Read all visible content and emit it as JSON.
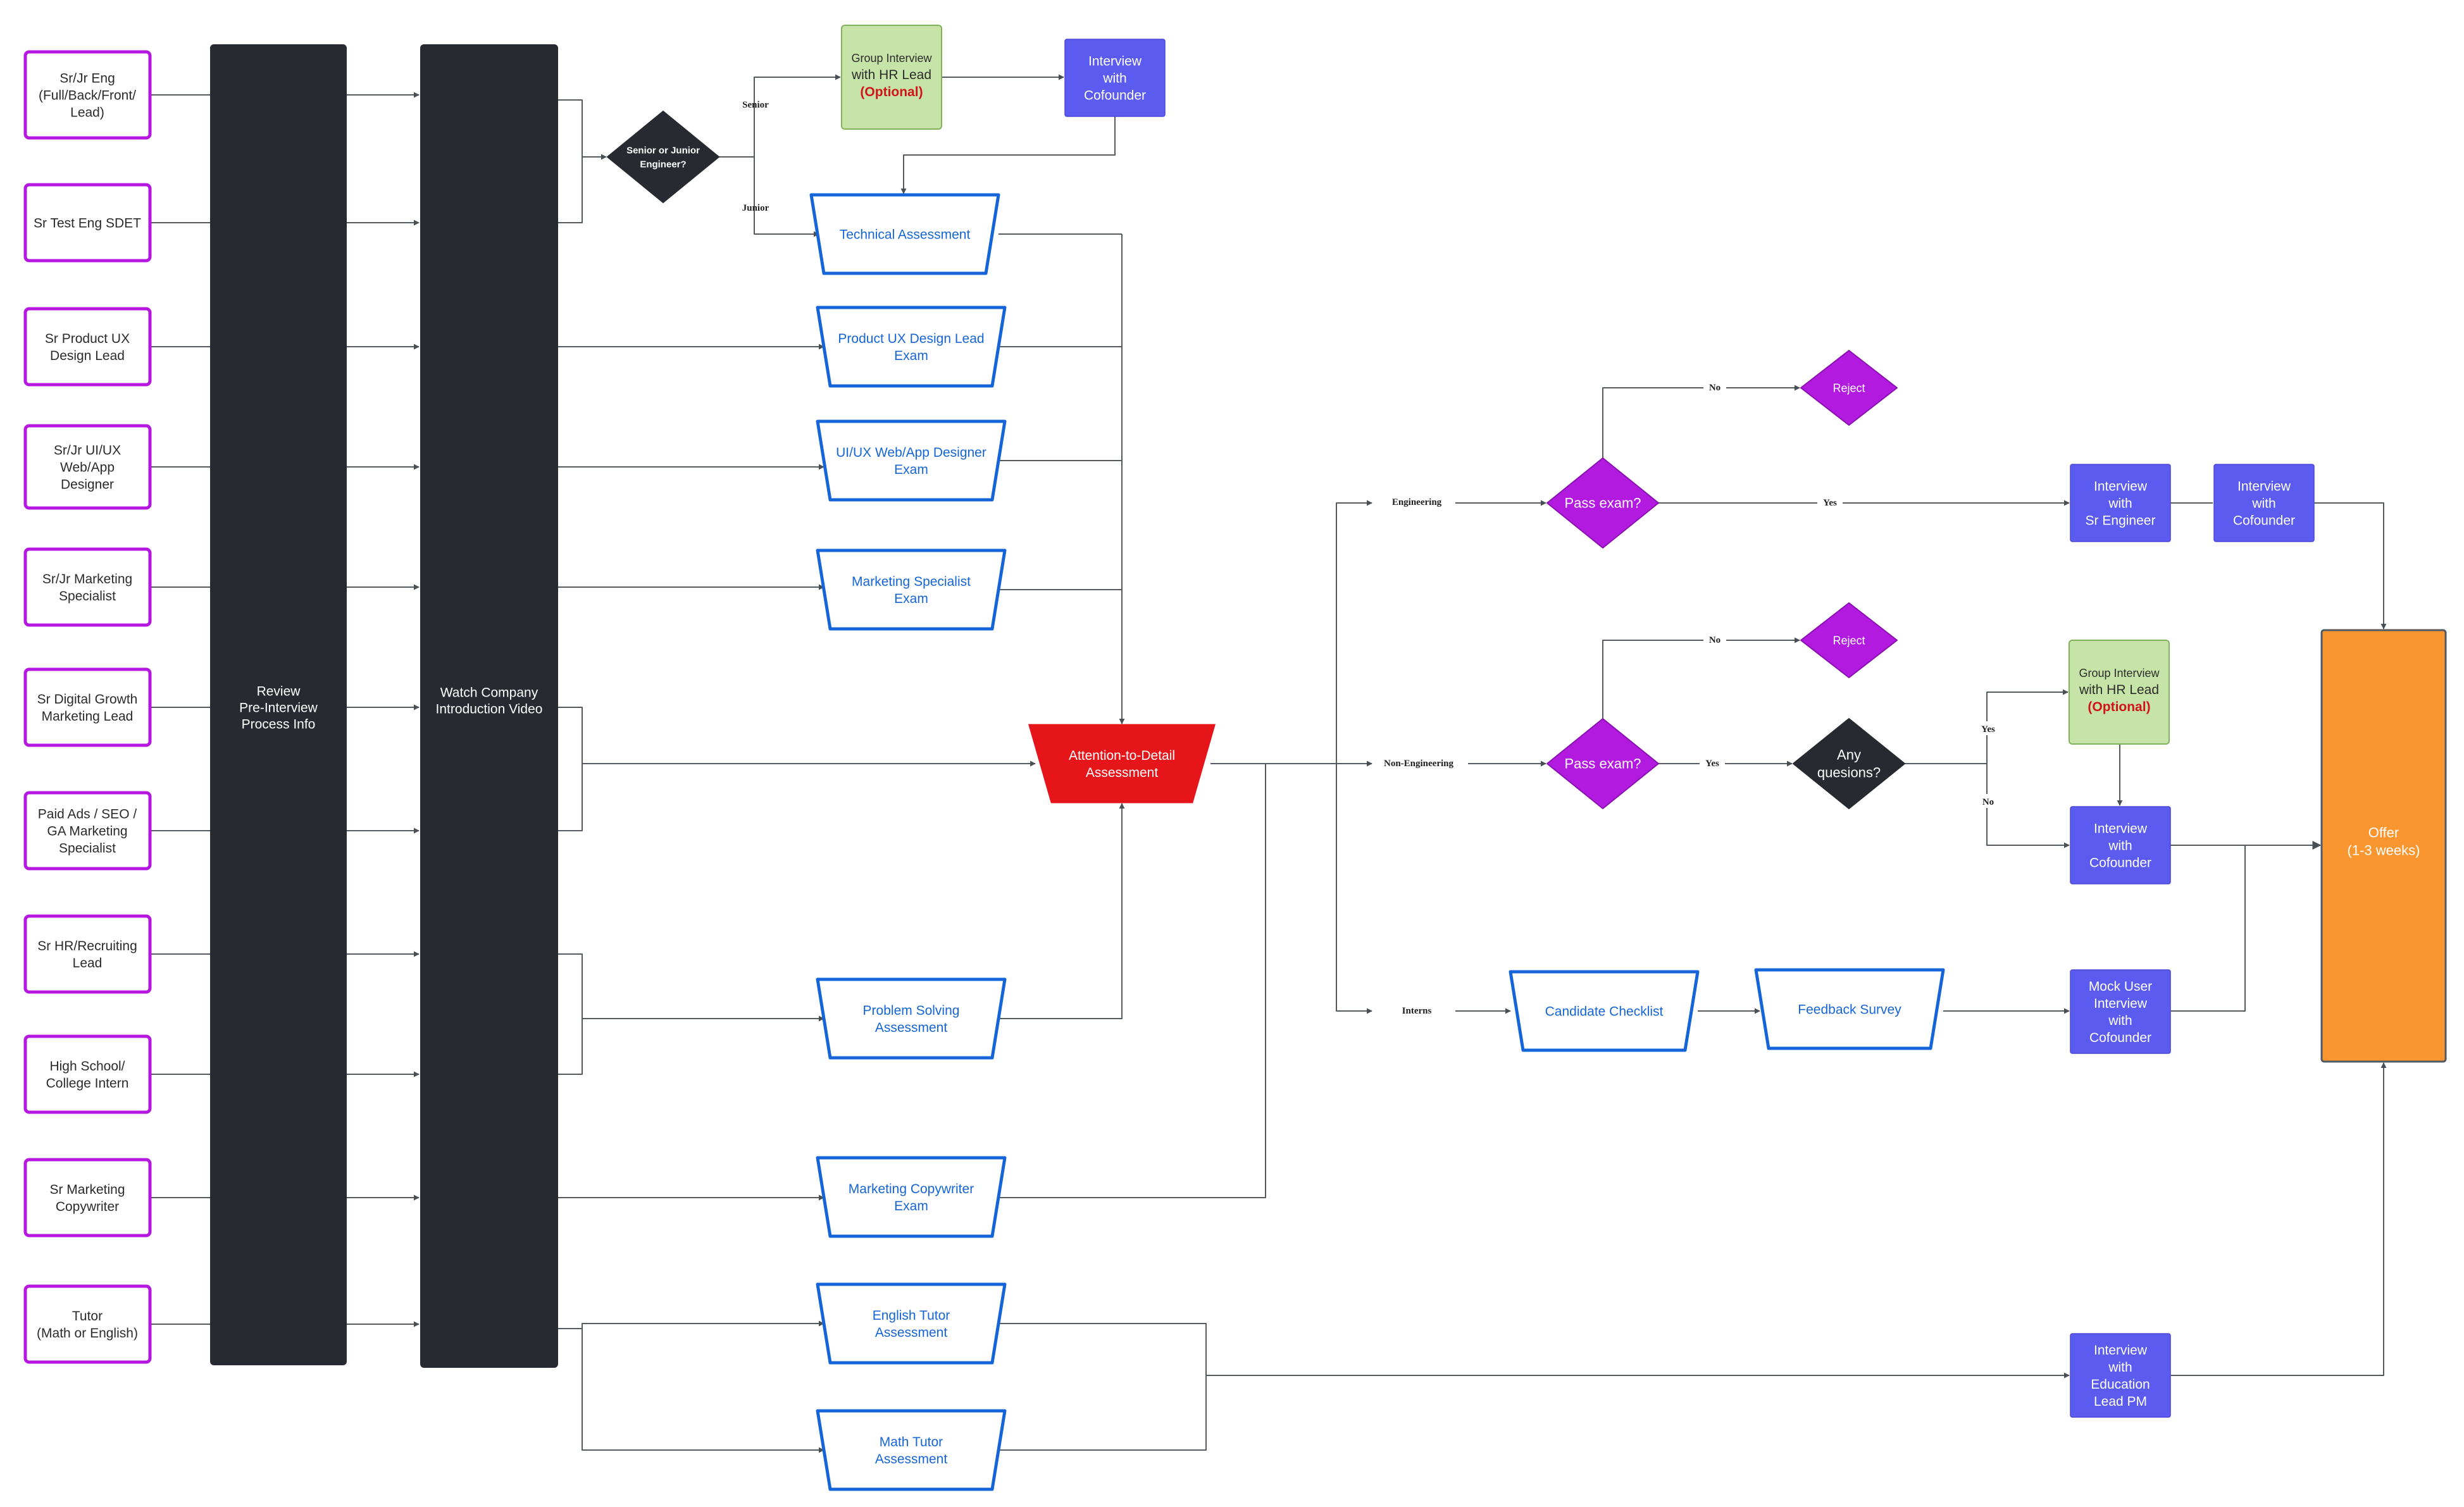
{
  "roles": [
    {
      "id": "r1",
      "lines": [
        "Sr/Jr Eng",
        "(Full/Back/Front/",
        "Lead)"
      ]
    },
    {
      "id": "r2",
      "lines": [
        "Sr Test Eng SDET"
      ]
    },
    {
      "id": "r3",
      "lines": [
        "Sr Product UX",
        "Design Lead"
      ]
    },
    {
      "id": "r4",
      "lines": [
        "Sr/Jr UI/UX",
        "Web/App",
        "Designer"
      ]
    },
    {
      "id": "r5",
      "lines": [
        "Sr/Jr Marketing",
        "Specialist"
      ]
    },
    {
      "id": "r6",
      "lines": [
        "Sr Digital Growth",
        "Marketing Lead"
      ]
    },
    {
      "id": "r7",
      "lines": [
        "Paid Ads / SEO /",
        "GA Marketing",
        "Specialist"
      ]
    },
    {
      "id": "r8",
      "lines": [
        "Sr HR/Recruiting",
        "Lead"
      ]
    },
    {
      "id": "r9",
      "lines": [
        "High School/",
        "College Intern"
      ]
    },
    {
      "id": "r10",
      "lines": [
        "Sr Marketing",
        "Copywriter"
      ]
    },
    {
      "id": "r11",
      "lines": [
        "Tutor",
        "(Math or English)"
      ]
    }
  ],
  "stages": {
    "review": [
      "Review",
      "Pre-Interview",
      "Process Info"
    ],
    "video": [
      "Watch Company",
      "Introduction Video"
    ]
  },
  "assessments": {
    "technical": [
      "Technical Assessment"
    ],
    "ux_lead": [
      "Product UX Design Lead",
      "Exam"
    ],
    "uiux": [
      "UI/UX Web/App Designer",
      "Exam"
    ],
    "marketing": [
      "Marketing Specialist",
      "Exam"
    ],
    "problem": [
      "Problem Solving",
      "Assessment"
    ],
    "copywriter": [
      "Marketing Copywriter",
      "Exam"
    ],
    "english": [
      "English Tutor",
      "Assessment"
    ],
    "math": [
      "Math Tutor",
      "Assessment"
    ],
    "checklist": [
      "Candidate Checklist"
    ],
    "survey": [
      "Feedback Survey"
    ]
  },
  "attention": [
    "Attention-to-Detail",
    "Assessment"
  ],
  "decisions": {
    "seniority": [
      "Senior or Junior",
      "Engineer?"
    ],
    "pass_eng": [
      "Pass exam?"
    ],
    "pass_noneng": [
      "Pass exam?"
    ],
    "questions": [
      "Any",
      "quesions?"
    ]
  },
  "rejects": {
    "reject1": [
      "Reject"
    ],
    "reject2": [
      "Reject"
    ]
  },
  "interviews": {
    "group1": {
      "lines": [
        "Group Interview",
        "with HR Lead"
      ],
      "note": "(Optional)"
    },
    "group2": {
      "lines": [
        "Group Interview",
        "with HR Lead"
      ],
      "note": "(Optional)"
    },
    "cofounder_top": [
      "Interview",
      "with",
      "Cofounder"
    ],
    "sr_engineer": [
      "Interview",
      "with",
      "Sr Engineer"
    ],
    "cofounder_eng": [
      "Interview",
      "with",
      "Cofounder"
    ],
    "cofounder_noneng": [
      "Interview",
      "with",
      "Cofounder"
    ],
    "mock_user": [
      "Mock User",
      "Interview",
      "with",
      "Cofounder"
    ],
    "education_pm": [
      "Interview",
      "with",
      "Education",
      "Lead PM"
    ]
  },
  "offer": [
    "Offer",
    "(1-3 weeks)"
  ],
  "edge_labels": {
    "senior": "Senior",
    "junior": "Junior",
    "engineering": "Engineering",
    "non_engineering": "Non-Engineering",
    "interns": "Interns",
    "no1": "No",
    "yes1": "Yes",
    "no2": "No",
    "yes2": "Yes",
    "q_yes": "Yes",
    "q_no": "No"
  },
  "colors": {
    "role_border": "#b517e0",
    "dark_bar": "#272a30",
    "assessment_border": "#1565d8",
    "assessment_text": "#1565d8",
    "attention_fill": "#e5151a",
    "decision_dark": "#272a30",
    "decision_purple": "#b31ae0",
    "interview_fill": "#5c5bf0",
    "group_fill": "#c7e4a8",
    "group_border": "#7fb25b",
    "optional_text": "#d0141a",
    "offer_fill": "#f9962f",
    "offer_border": "#4e5a63",
    "line": "#555a60"
  }
}
